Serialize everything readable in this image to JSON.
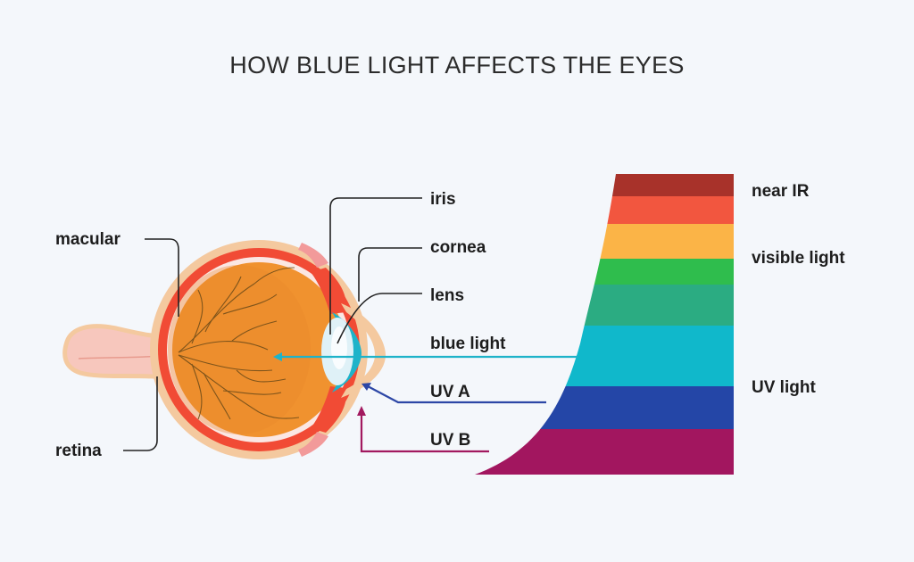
{
  "title": "HOW BLUE LIGHT AFFECTS THE EYES",
  "eye_labels": {
    "macular": "macular",
    "retina": "retina",
    "iris": "iris",
    "cornea": "cornea",
    "lens": "lens"
  },
  "ray_labels": {
    "blue_light": "blue light",
    "uva": "UV A",
    "uvb": "UV B"
  },
  "spectrum_labels": {
    "near_ir": "near IR",
    "visible": "visible light",
    "uv": "UV light"
  },
  "spectrum_bands": [
    {
      "name": "near-ir",
      "color": "#a8322a"
    },
    {
      "name": "red",
      "color": "#f2563f"
    },
    {
      "name": "orange",
      "color": "#fbb447"
    },
    {
      "name": "green",
      "color": "#2fbd4d"
    },
    {
      "name": "teal",
      "color": "#2bac82"
    },
    {
      "name": "cyan",
      "color": "#10b8cb"
    },
    {
      "name": "blue",
      "color": "#2446a7"
    },
    {
      "name": "magenta",
      "color": "#a2165f"
    }
  ],
  "colors": {
    "blue_light_ray": "#1eb3c9",
    "uva_ray": "#2d47a6",
    "uvb_ray": "#a2195f",
    "sclera": "#f14b35",
    "retina_layer": "#fbe7e3",
    "vitreous": "#f0922f",
    "optic_nerve": "#f7c7bd",
    "outer_shell": "#f4c99f"
  }
}
